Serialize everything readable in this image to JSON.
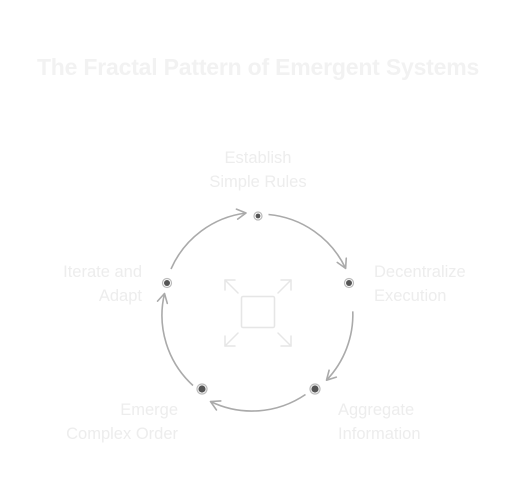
{
  "title": "The Fractal Pattern of Emergent Systems",
  "stages": [
    {
      "line1": "Establish",
      "line2": "Simple Rules"
    },
    {
      "line1": "Decentralize",
      "line2": "Execution"
    },
    {
      "line1": "Aggregate",
      "line2": "Information"
    },
    {
      "line1": "Emerge",
      "line2": "Complex Order"
    },
    {
      "line1": "Iterate and",
      "line2": "Adapt"
    }
  ],
  "center_icon": "expand-icon",
  "colors": {
    "arrow": "#aaaaaa",
    "node": "#555555",
    "node_ring": "#bbbbbb",
    "icon": "#e6e6e6",
    "text": "#ededed"
  }
}
